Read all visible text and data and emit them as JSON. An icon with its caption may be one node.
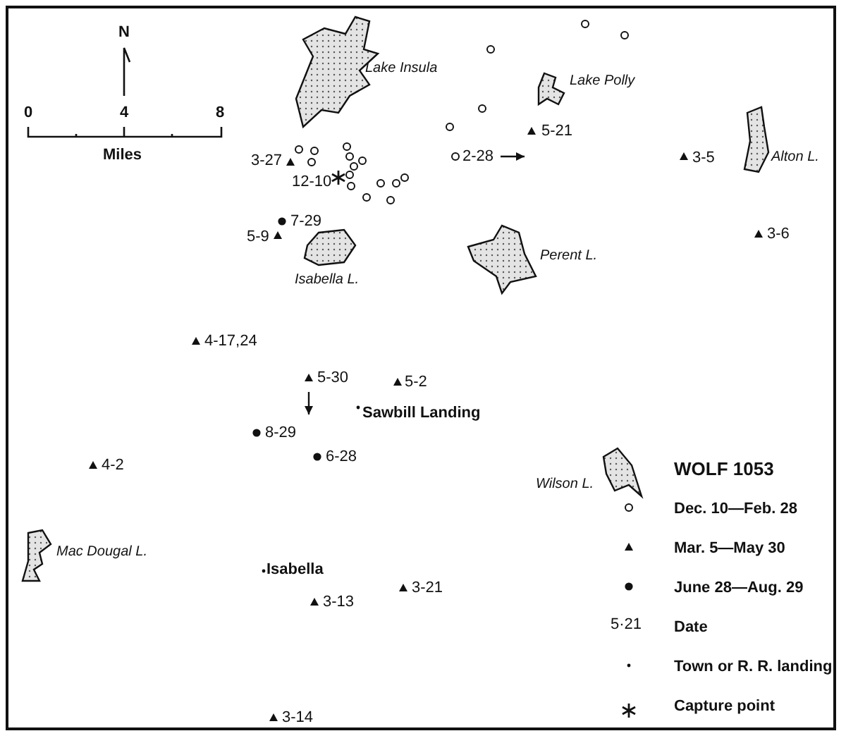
{
  "diagram": {
    "title": "WOLF 1053",
    "labels": [
      "N",
      "0",
      "4",
      "8",
      "Lake Insula",
      "Lake Polly",
      "Miles",
      "5-21",
      "3-27",
      "2-28",
      "3-5",
      "Alton L.",
      "12-10",
      "7-29",
      "5-9",
      "Perent L.",
      "3-6",
      "Isabella L.",
      "4-17,24",
      "5-30",
      "5-2",
      "Sawbill Landing",
      "8-29",
      "6-28",
      "4-2",
      "Wilson L.",
      "Mac Dougal L.",
      "Isabella",
      "3-21",
      "3-13",
      "5·21",
      "3-14"
    ],
    "legend": [
      {
        "text": "Dec. 10—Feb. 28"
      },
      {
        "text": "Mar. 5—May 30"
      },
      {
        "text": "June 28—Aug. 29"
      },
      {
        "text": "Date"
      },
      {
        "text": "Town or R. R. landing"
      },
      {
        "text": "Capture point"
      }
    ]
  }
}
